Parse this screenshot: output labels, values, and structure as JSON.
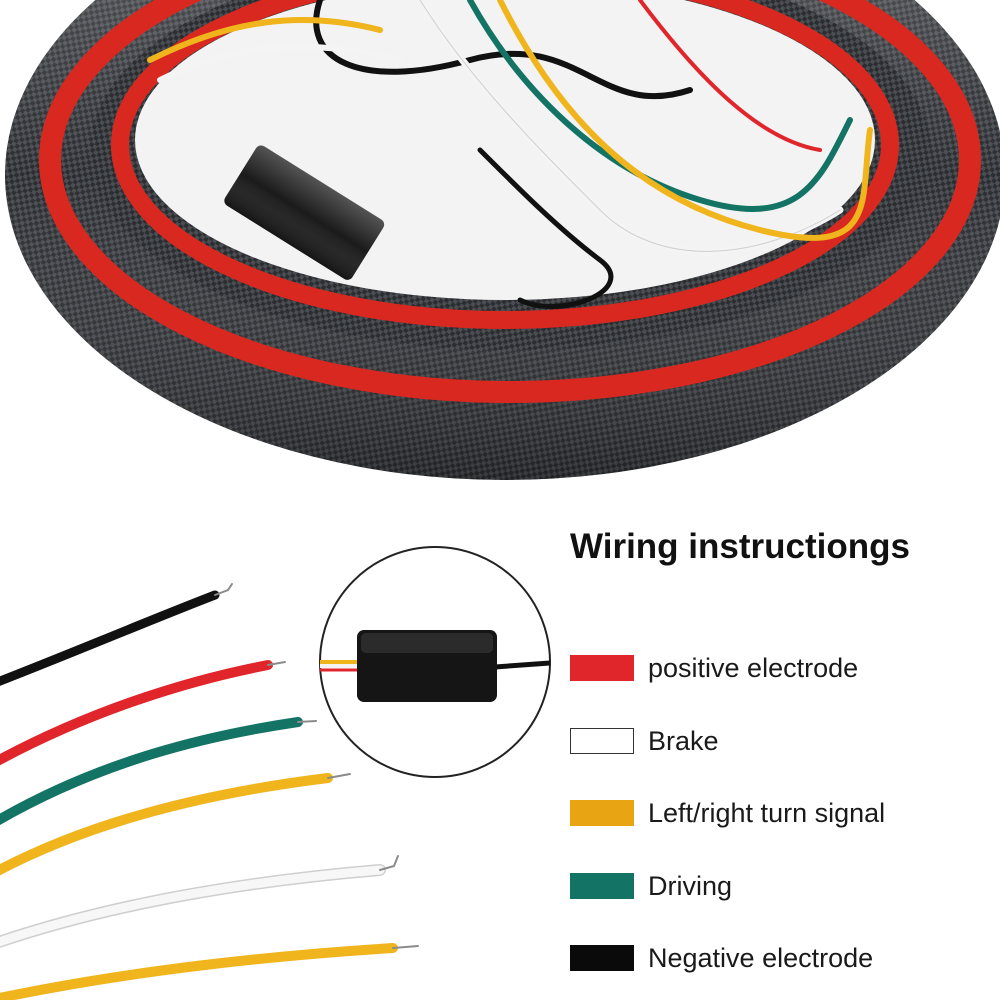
{
  "title": "Wiring instructiongs",
  "legend": [
    {
      "label": "positive electrode",
      "color": "#e0262b"
    },
    {
      "label": "Brake",
      "color": "#ffffff"
    },
    {
      "label": "Left/right turn signal",
      "color": "#e8a413"
    },
    {
      "label": "Driving",
      "color": "#137364"
    },
    {
      "label": "Negative electrode",
      "color": "#0a0a0a"
    }
  ],
  "colors": {
    "wire_black": "#111111",
    "wire_red": "#e0262b",
    "wire_green": "#137364",
    "wire_yellow": "#f0b41d",
    "wire_white": "#f4f4f4",
    "carbon": "#2c2e31",
    "strip_red": "#d8281f"
  }
}
